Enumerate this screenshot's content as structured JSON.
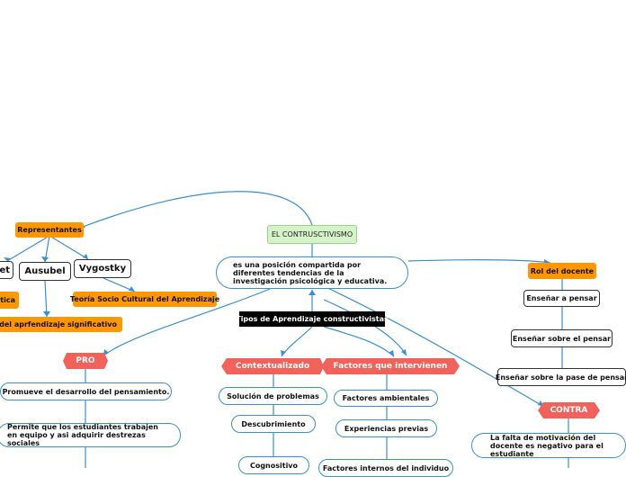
{
  "central": {
    "title": "EL CONTRUSCTIVISMO"
  },
  "definition": "es una posición compartida por diferentes tendencias de la investigación psicológica y educativa.",
  "representantes": {
    "label": "Representantes",
    "people": [
      "et",
      "Ausubel",
      "Vygostky"
    ],
    "theories": [
      "tica",
      "oría del aprfendizaje significativo",
      "Teoría Socio Cultural del Aprendizaje"
    ]
  },
  "tipos": "Tipos de Aprendizaje constructivistas",
  "pro": {
    "label": "PRO",
    "items": [
      "Promueve el desarrollo del pensamiento.",
      "Permite que los estudiantes trabajen en equipo y asi adquirir destrezas sociales"
    ]
  },
  "contextualizado": {
    "label": "Contextualizado",
    "items": [
      "Solución de problemas",
      "Descubrimiento",
      "Cognositivo"
    ]
  },
  "factores": {
    "label": "Factores que intervienen",
    "items": [
      "Factores ambientales",
      "Experiencias previas",
      "Factores internos del individuo"
    ]
  },
  "rol": {
    "label": "Rol del docente",
    "items": [
      "Enseñar a pensar",
      "Enseñar sobre el pensar",
      "Enseñar sobre la pase de pensar"
    ]
  },
  "contra": {
    "label": "CONTRA",
    "items": [
      "La falta de motivación  del docente es negativo para el estudiante"
    ]
  },
  "colors": {
    "orange": "#ff9800",
    "salmon": "#f0625a",
    "edge": "#3a8fd0",
    "green": "#d4f3c8"
  }
}
